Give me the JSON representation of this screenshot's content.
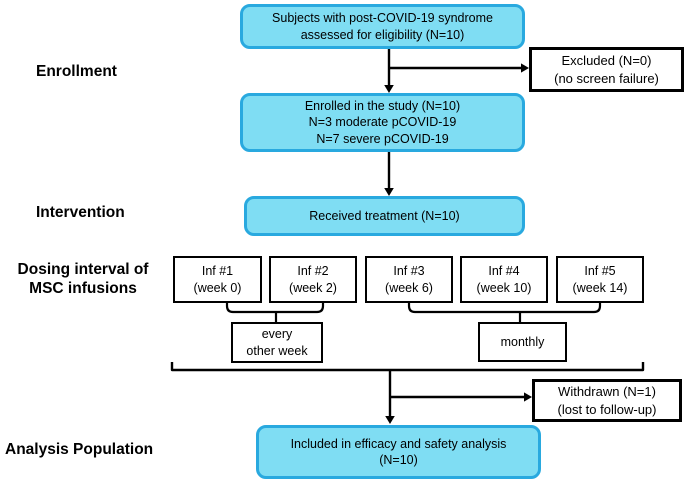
{
  "palette": {
    "box_fill": "#7FDDF3",
    "box_border": "#29A9DF",
    "line_color": "#000000"
  },
  "section_labels": {
    "enrollment": "Enrollment",
    "intervention": "Intervention",
    "dosing_line1": "Dosing interval of",
    "dosing_line2": "MSC infusions",
    "analysis": "Analysis Population"
  },
  "boxes": {
    "eligibility": {
      "line1": "Subjects with post-COVID-19 syndrome",
      "line2": "assessed for eligibility  (N=10)"
    },
    "excluded": {
      "line1": "Excluded (N=0)",
      "line2": "(no screen failure)"
    },
    "enrolled": {
      "line1": "Enrolled in the study (N=10)",
      "line2": "N=3 moderate pCOVID-19",
      "line3": "N=7 severe pCOVID-19"
    },
    "received": {
      "line1": "Received treatment (N=10)"
    },
    "infusions": [
      {
        "line1": "Inf #1",
        "line2": "(week 0)"
      },
      {
        "line1": "Inf #2",
        "line2": "(week 2)"
      },
      {
        "line1": "Inf #3",
        "line2": "(week 6)"
      },
      {
        "line1": "Inf #4",
        "line2": "(week 10)"
      },
      {
        "line1": "Inf #5",
        "line2": "(week 14)"
      }
    ],
    "interval_biweekly": {
      "line1": "every",
      "line2": "other week"
    },
    "interval_monthly": {
      "line1": "monthly"
    },
    "withdrawn": {
      "line1": "Withdrawn (N=1)",
      "line2": "(lost to follow-up)"
    },
    "included": {
      "line1": "Included in efficacy and safety analysis",
      "line2": "(N=10)"
    }
  }
}
